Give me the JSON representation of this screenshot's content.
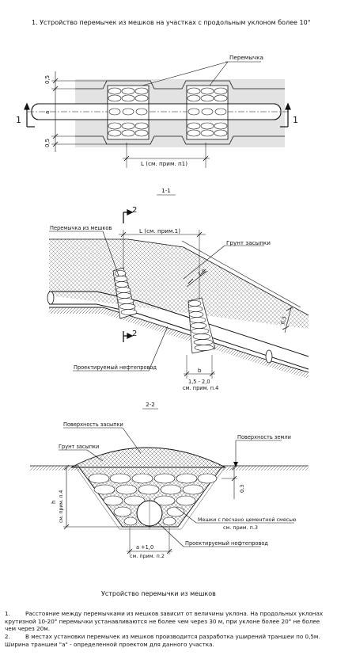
{
  "title": "1. Устройство перемычек из мешков на участках с продольным уклоном более 10°",
  "plan": {
    "label_peremychka": "Перемычка",
    "dim_05_top": "0,5",
    "dim_a": "a",
    "dim_05_bottom": "0,5",
    "dim_L": "L (см. прим. п1)",
    "section_mark_left": "1",
    "section_mark_right": "1"
  },
  "section_1_1": {
    "title": "1-1",
    "label_bags": "Перемычка из мешков",
    "dim_L": "L (см. прим.1)",
    "label_backfill": "Грунт засыпки",
    "dim_10": "1,0",
    "dim_03": "0,3",
    "dim_b": "b",
    "dim_15_20": "1,5 - 2,0",
    "note_ref": "см. прим. п.4",
    "label_pipeline": "Проектируемый нефтепровод",
    "cut_mark_top": "2",
    "cut_mark_bottom": "2"
  },
  "section_2_2": {
    "title": "2-2",
    "label_surface_backfill": "Поверхность засыпки",
    "label_backfill": "Грунт засыпки",
    "label_ground_surface": "Поверхность земли",
    "dim_h": "h",
    "dim_h_note": "см. прим. п.4",
    "dim_03": "0,3",
    "label_bags_mix_1": "Мешки с песчано цементной смесью",
    "label_bags_mix_2": "см. прим. п.3",
    "dim_a_width": "a +1,0",
    "dim_a_note": "см. прим. п.2",
    "label_pipeline": "Проектируемый нефтепровод"
  },
  "caption": "Устройство перемычки из мешков",
  "notes": [
    {
      "num": "1.",
      "text": "Расстояние между перемычками из мешков зависит от величины уклона. На продольных уклонах крутизной 10-20° перемычки устанавливаются не более чем через 30 м, при уклоне более 20° не более чем через 20м."
    },
    {
      "num": "2.",
      "text": "В местах установки перемычек из мешков производится разработка уширений траншеи по 0,5м. Ширина траншеи \"a\" - определенной проектом для данного участка."
    }
  ]
}
